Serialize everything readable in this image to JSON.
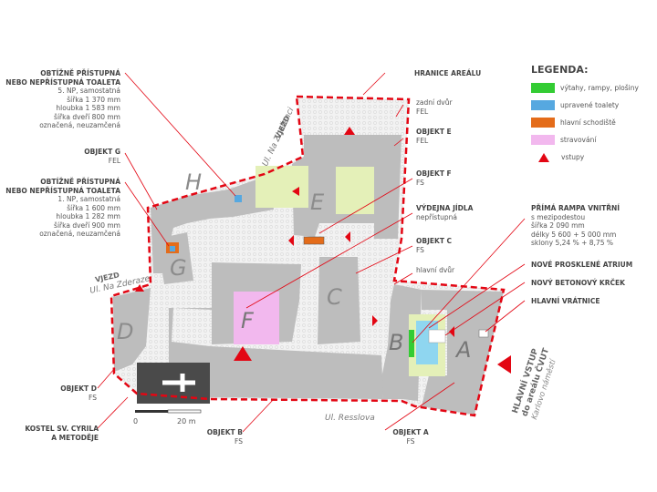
{
  "legend": {
    "title": "LEGENDA:",
    "items": [
      {
        "label": "výtahy, rampy, plošiny",
        "color": "#33cc33",
        "kind": "swatch"
      },
      {
        "label": "upravené toalety",
        "color": "#56a8e0",
        "kind": "swatch"
      },
      {
        "label": "hlavní schodiště",
        "color": "#e46c1a",
        "kind": "swatch"
      },
      {
        "label": "stravování",
        "color": "#f2b8ee",
        "kind": "swatch"
      },
      {
        "label": "vstupy",
        "color": "#e30613",
        "kind": "triangle"
      }
    ]
  },
  "buildings": {
    "A": "A",
    "B": "B",
    "C": "C",
    "D": "D",
    "E": "E",
    "F": "F",
    "G": "G",
    "H": "H"
  },
  "streets": {
    "na_zborenci": "Ul. Na Zbořenci",
    "na_zderaze": "Ul. Na Zderaze",
    "resslova": "Ul. Resslova",
    "karlovo": "Karlovo náměstí"
  },
  "vjezd_top": "VJEZD",
  "vjezd_left": "VJEZD",
  "main_entrance": {
    "line1": "HLAVNÍ VSTUP",
    "line2": "do areálu ČVUT",
    "line3": "Karlovo náměstí"
  },
  "scale": {
    "start": "0",
    "end": "20 m"
  },
  "annotations": {
    "toilet_top": {
      "title1": "OBTÍŽNĚ PŘÍSTUPNÁ",
      "title2": "NEBO NEPŘÍSTUPNÁ TOALETA",
      "lines": [
        "5. NP, samostatná",
        "šířka 1 370 mm",
        "hloubka 1 583 mm",
        "šířka dveří 800 mm",
        "označená, neuzamčená"
      ]
    },
    "objekt_g": {
      "title": "OBJEKT G",
      "sub": "FEL"
    },
    "toilet_bottom": {
      "title1": "OBTÍŽNĚ PŘÍSTUPNÁ",
      "title2": "NEBO NEPŘÍSTUPNÁ TOALETA",
      "lines": [
        "1. NP, samostatná",
        "šířka 1 600 mm",
        "hloubka 1 282 mm",
        "šířka dveří 900 mm",
        "označená, neuzamčená"
      ]
    },
    "objekt_d": {
      "title": "OBJEKT D",
      "sub": "FS"
    },
    "kostel": {
      "line1": "KOSTEL SV. CYRILA",
      "line2": "A METODĚJE"
    },
    "objekt_b": {
      "title": "OBJEKT B",
      "sub": "FS"
    },
    "objekt_a": {
      "title": "OBJEKT A",
      "sub": "FS"
    },
    "hranice": {
      "title": "HRANICE AREÁLU"
    },
    "zadni_dvur": {
      "title": "zadní dvůr",
      "sub": "FEL"
    },
    "objekt_e": {
      "title": "OBJEKT E",
      "sub": "FEL"
    },
    "objekt_f": {
      "title": "OBJEKT F",
      "sub": "FS"
    },
    "vydejna": {
      "title": "VÝDEJNA JÍDLA",
      "sub": "nepřístupná"
    },
    "objekt_c": {
      "title": "OBJEKT C",
      "sub": "FS"
    },
    "hlavni_dvur": {
      "title": "hlavní dvůr"
    },
    "rampa": {
      "title": "PŘÍMÁ RAMPA VNITŘNÍ",
      "lines": [
        "s mezipodestou",
        "šířka 2 090 mm",
        "délky 5 600 + 5 000 mm",
        "sklony 5,24 % + 8,75 %"
      ]
    },
    "atrium": {
      "title": "NOVÉ PROSKLENÉ ATRIUM"
    },
    "krcek": {
      "title": "NOVÝ BETONOVÝ KRČEK"
    },
    "vratnice": {
      "title": "HLAVNÍ VRÁTNICE"
    }
  }
}
